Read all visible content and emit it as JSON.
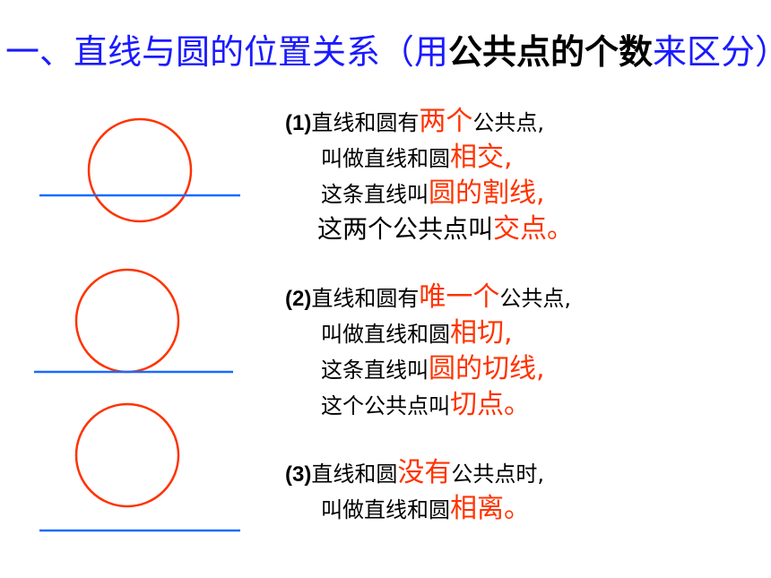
{
  "title": {
    "part1": "一、直线与圆的位置关系（用",
    "part2": "公共点的个数",
    "part3": "来区分）"
  },
  "colors": {
    "title_blue": "#1a1aff",
    "highlight_red": "#ff3300",
    "circle_stroke": "#ff3300",
    "line_stroke": "#1a6bff"
  },
  "case1": {
    "num": "(1)",
    "l1_a": "直线和圆有",
    "l1_hl": "两个",
    "l1_b": "公共点,",
    "l2_a": "叫做直线和圆",
    "l2_hl": "相交,",
    "l3_a": "这条直线叫",
    "l3_hl": "圆的割线,",
    "l4_a": "这两个公共点叫",
    "l4_hl": "交点。"
  },
  "case2": {
    "num": "(2)",
    "l1_a": "直线和圆有",
    "l1_hl": "唯一个",
    "l1_b": "公共点,",
    "l2_a": "叫做直线和圆",
    "l2_hl": "相切,",
    "l3_a": "这条直线叫",
    "l3_hl": "圆的切线,",
    "l4_a": "这个公共点叫",
    "l4_hl": "切点。"
  },
  "case3": {
    "num": "(3)",
    "l1_a": "直线和圆",
    "l1_hl": "没有",
    "l1_b": "公共点时,",
    "l2_a": "叫做直线和圆",
    "l2_hl": "相离。"
  }
}
